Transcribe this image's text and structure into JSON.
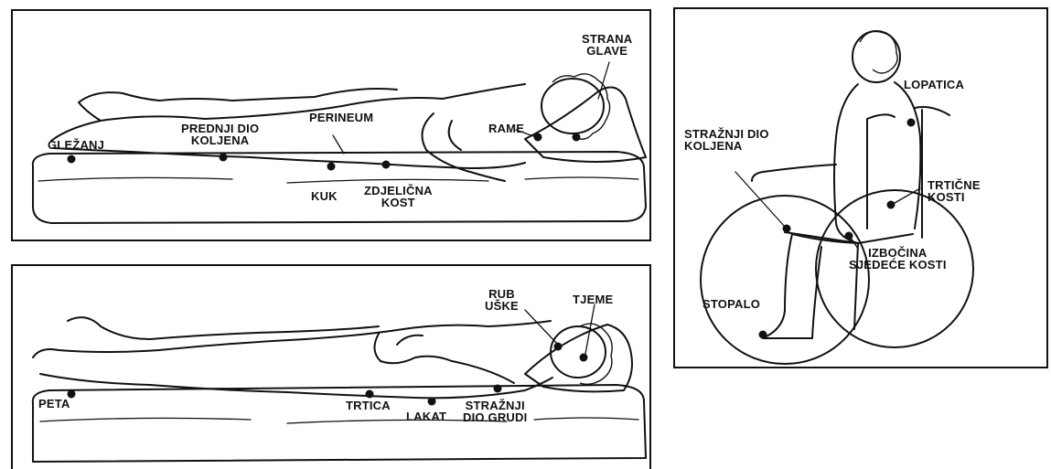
{
  "panels": {
    "side_lying": {
      "labels": {
        "strana_glave": "STRANA\nGLAVE",
        "gleZanj": "GLEŽANJ",
        "prednji_dio_koljena": "PREDNJI DIO\nKOLJENA",
        "perineum": "PERINEUM",
        "rame": "RAME",
        "kuk": "KUK",
        "zdjelicna_kost": "ZDJELIČNA\nKOST"
      }
    },
    "supine": {
      "labels": {
        "rub_uske": "RUB\nUŠKE",
        "tjeme": "TJEME",
        "peta": "PETA",
        "trtica": "TRTICA",
        "lakat": "LAKAT",
        "straznji_dio_grudi": "STRAŽNJI\nDIO GRUDI"
      }
    },
    "seated": {
      "labels": {
        "lopatica": "LOPATICA",
        "straznji_dio_koljena": "STRAŽNJI DIO\nKOLJENA",
        "trticne_kosti": "TRTIČNE\nKOSTI",
        "izbocina_sjedece_kosti": "IZBOČINA\nSJEDEĆE KOSTI",
        "stopalo": "STOPALO"
      }
    }
  }
}
